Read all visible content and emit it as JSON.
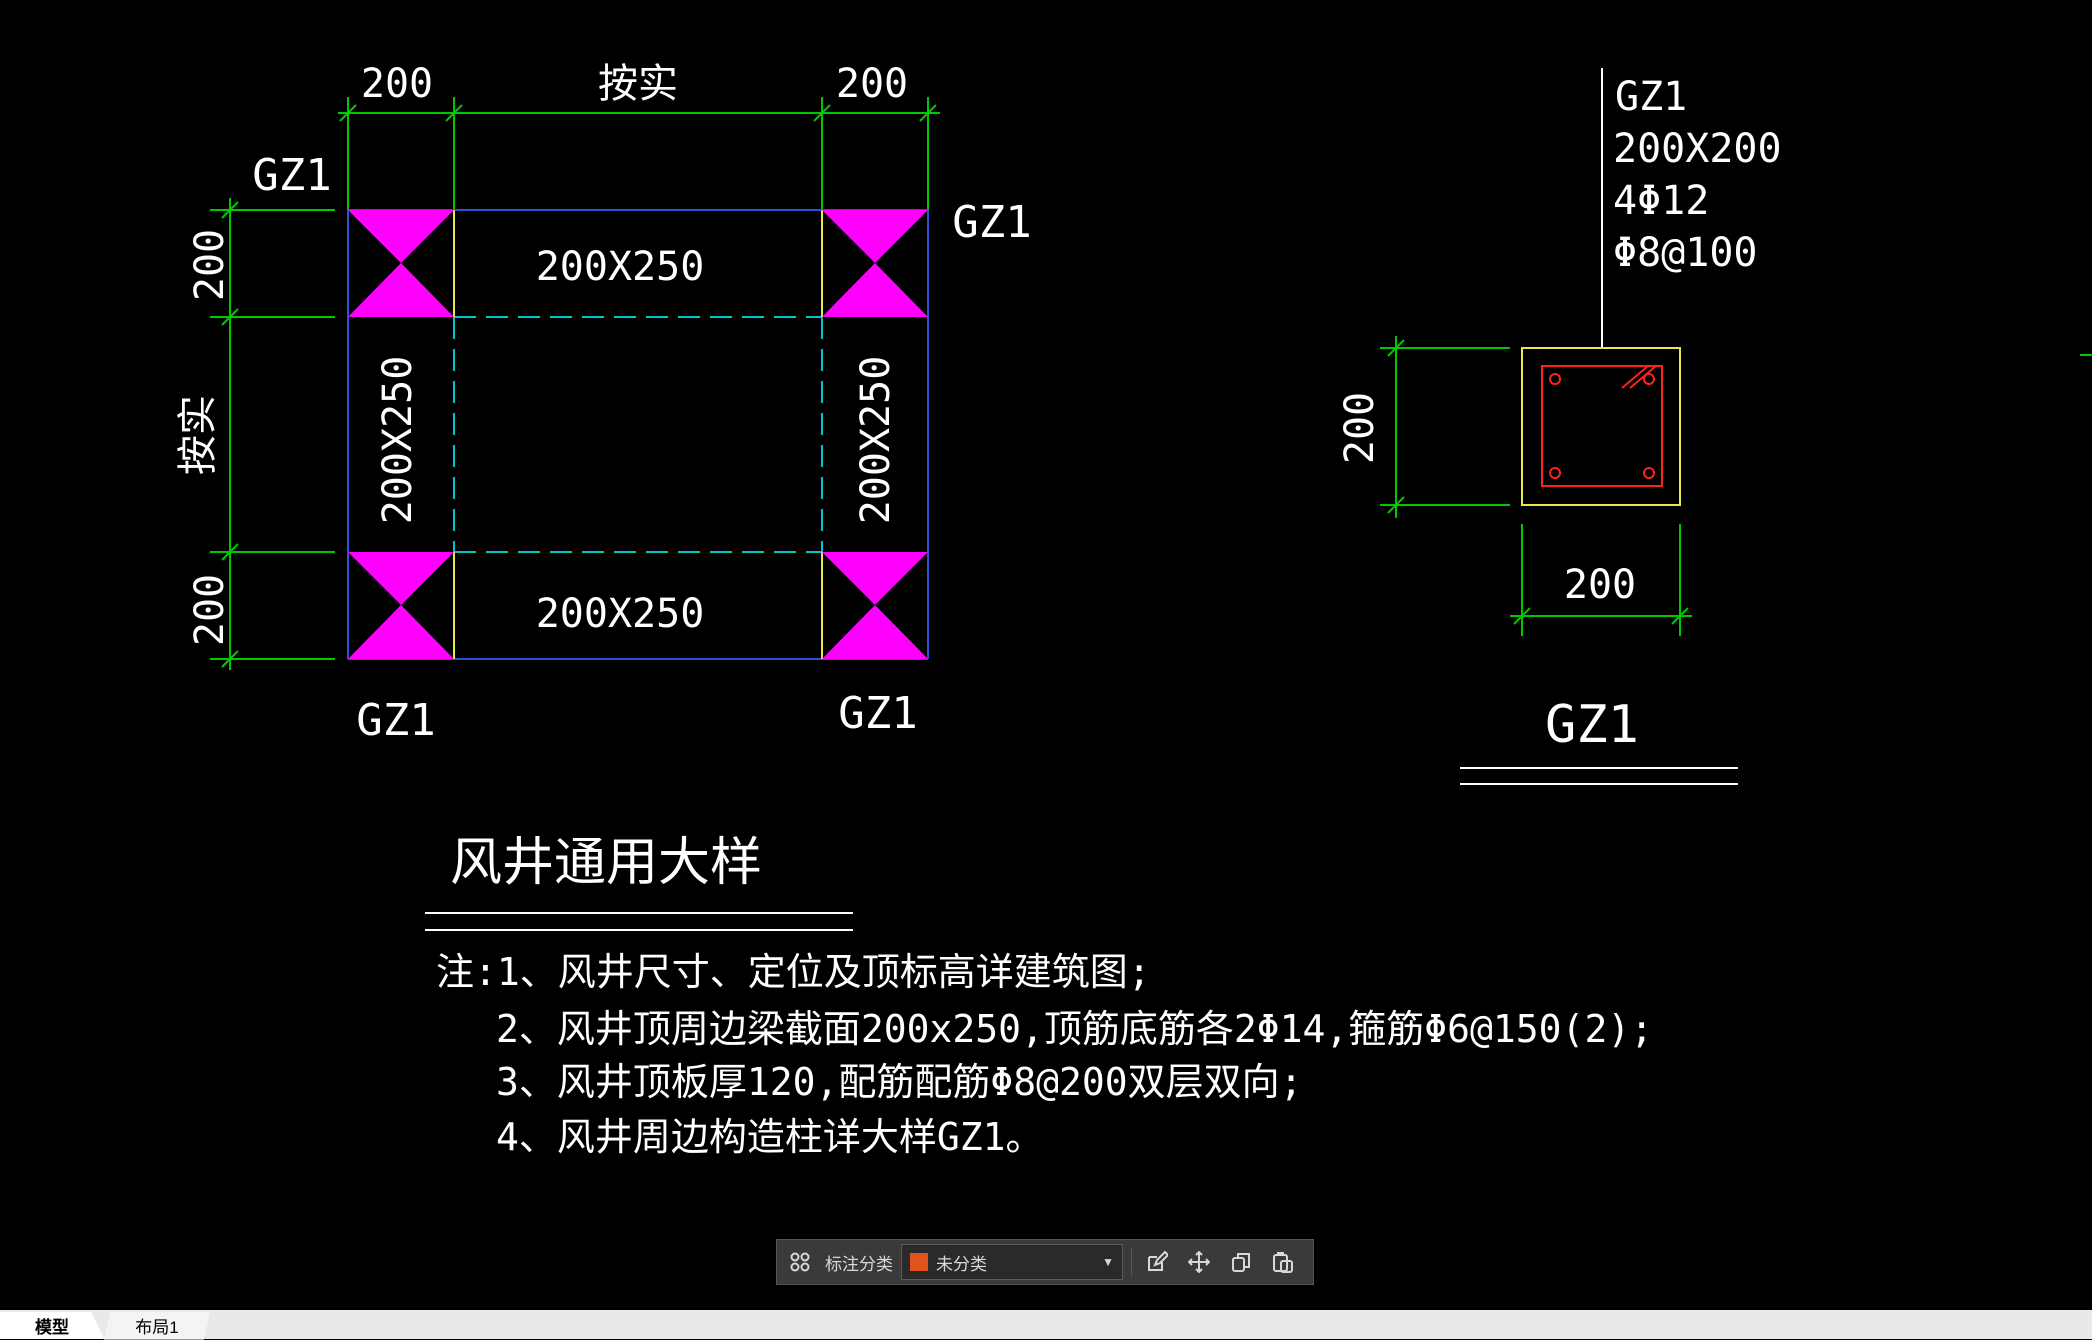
{
  "plan": {
    "dim_top": [
      "200",
      "按实",
      "200"
    ],
    "dim_left": [
      "200",
      "按实",
      "200"
    ],
    "column_labels": [
      "GZ1",
      "GZ1",
      "GZ1",
      "GZ1"
    ],
    "beam_top": "200X250",
    "beam_bottom": "200X250",
    "beam_left": "200X250",
    "beam_right": "200X250"
  },
  "title": "风井通用大样",
  "notes": [
    "注:1、风井尺寸、定位及顶标高详建筑图;",
    "2、风井顶周边梁截面200x250,顶筋底筋各2Φ14,箍筋Φ6@150(2);",
    "3、风井顶板厚120,配筋配筋Φ8@200双层双向;",
    "4、风井周边构造柱详大样GZ1。"
  ],
  "detail": {
    "leader": [
      "GZ1",
      "200X200",
      "4Φ12",
      "Φ8@100"
    ],
    "dim_left": "200",
    "dim_bottom": "200",
    "title": "GZ1"
  },
  "toolbar": {
    "label": "标注分类",
    "selected": "未分类",
    "swatch_color": "#e0531a",
    "icons": [
      "grid-icon",
      "edit-icon",
      "move-icon",
      "copy-icon",
      "paste-icon"
    ]
  },
  "tabs": [
    "模型",
    "布局1"
  ],
  "colors": {
    "background": "#000000",
    "dimension": "#00c800",
    "outline": "#2a4fd8",
    "column_fill": "#ff00ff",
    "dashed_beam": "#00c8c8",
    "rebar": "#ff2020",
    "section_outline": "#e8e84a",
    "text": "#ffffff"
  }
}
